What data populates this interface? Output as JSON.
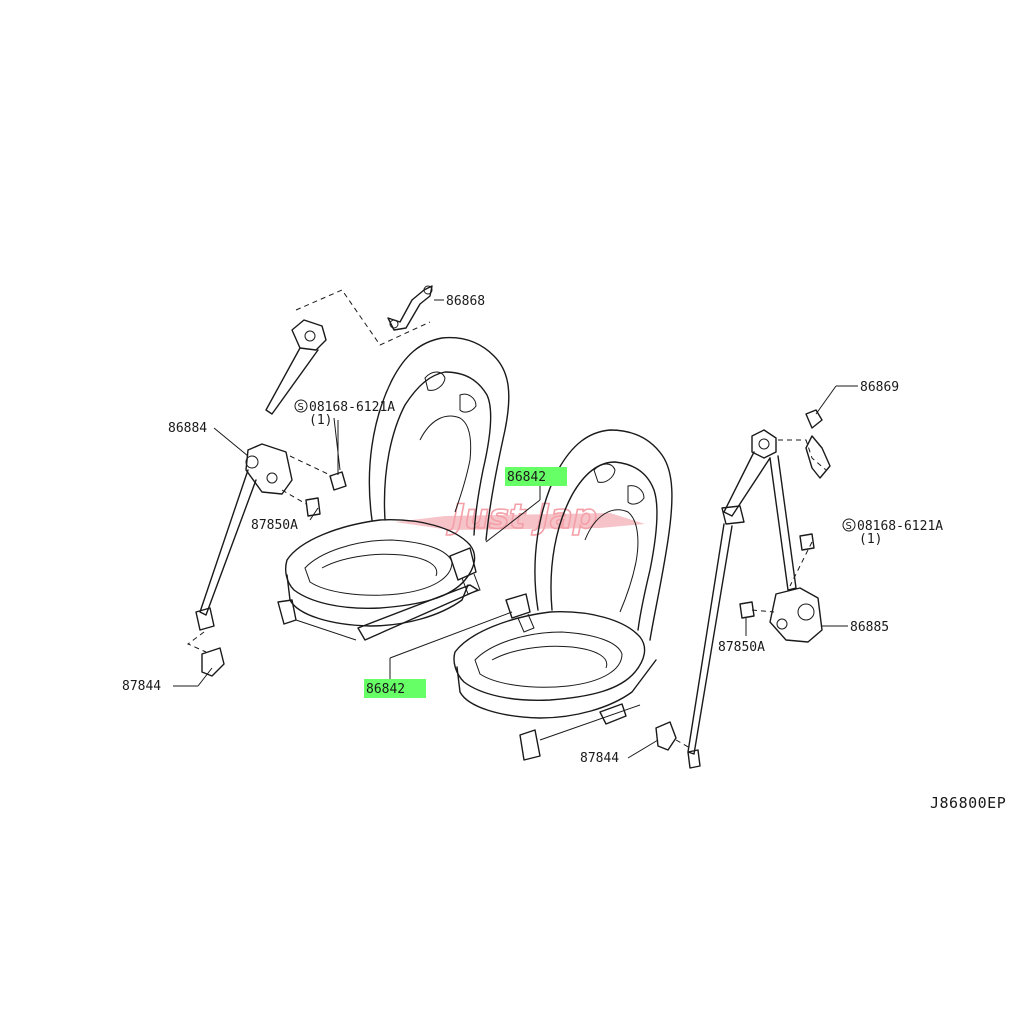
{
  "diagram": {
    "reference_code": "J86800EP",
    "watermark": "Just Jap",
    "highlight_color": "#66ff66",
    "watermark_color": "#f3a0a8",
    "callouts": {
      "bracket_top": "86868",
      "anchor_right": "86869",
      "retractor_left": "86884",
      "retractor_right": "86885",
      "buckle_upper": "86842",
      "buckle_lower": "86842",
      "bolt_left": "87850A",
      "bolt_right": "87850A",
      "cover_left": "87844",
      "cover_right": "87844",
      "screw_left": "08168-6121A",
      "screw_left_qty": "(1)",
      "screw_right": "08168-6121A",
      "screw_right_qty": "(1)"
    }
  }
}
